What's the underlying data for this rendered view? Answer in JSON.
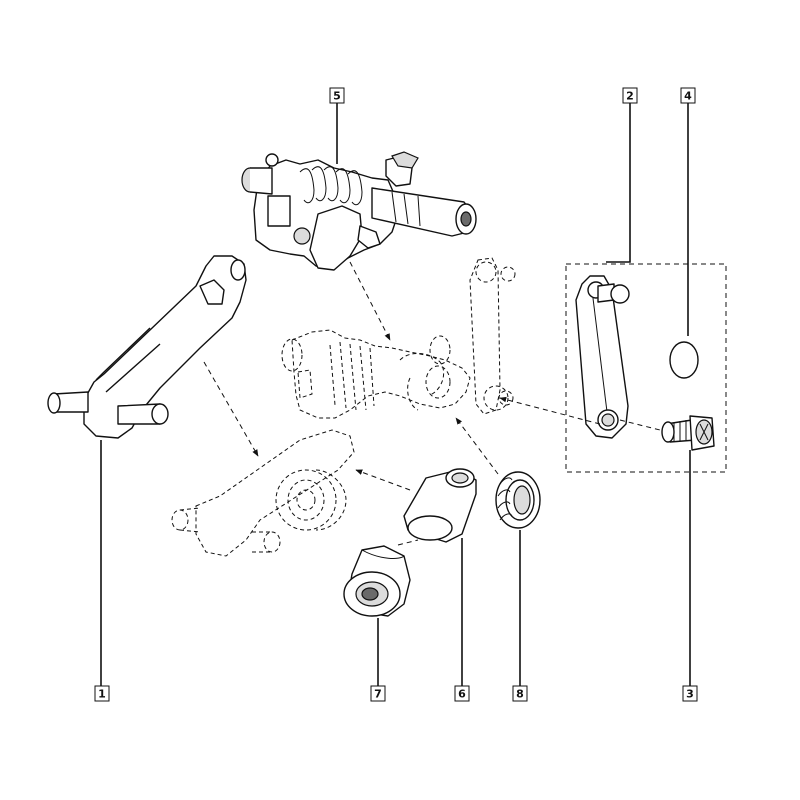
{
  "diagram": {
    "background_color": "#ffffff",
    "line_color": "#111111",
    "callouts": [
      {
        "id": "c1",
        "label": "1"
      },
      {
        "id": "c2",
        "label": "2"
      },
      {
        "id": "c3",
        "label": "3"
      },
      {
        "id": "c4",
        "label": "4"
      },
      {
        "id": "c5",
        "label": "5"
      },
      {
        "id": "c6",
        "label": "6"
      },
      {
        "id": "c7",
        "label": "7"
      },
      {
        "id": "c8",
        "label": "8"
      }
    ]
  }
}
